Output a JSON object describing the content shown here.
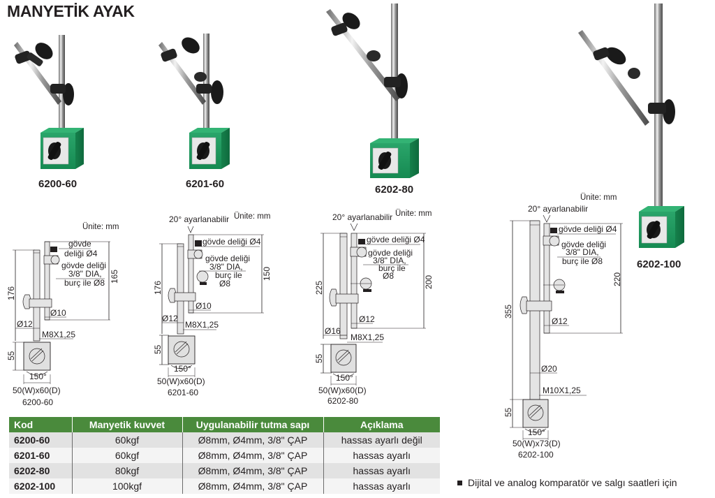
{
  "page": {
    "title": "MANYETİK AYAK",
    "unit_label": "Ünite: mm",
    "angle_label": "20° ayarlanabilir"
  },
  "colors": {
    "header_green": "#4a8a3c",
    "base_green": "#1e9a5e",
    "row_dark": "#e2e2e2",
    "row_light": "#f4f4f4"
  },
  "products": [
    {
      "code": "6200-60",
      "drawing": {
        "overall_height": "176",
        "arm_height": "165",
        "base_height": "55",
        "base_size": "50(W)x60(D)",
        "angle": "150°",
        "rod_dia": "Ø12",
        "arm_dia": "Ø10",
        "thread": "M8X1,25",
        "hole1_a": "gövde",
        "hole1_b": "deliği Ø4",
        "hole2_a": "gövde deliği",
        "hole2_b": "3/8\" DIA,",
        "hole2_c": "burç ile Ø8"
      }
    },
    {
      "code": "6201-60",
      "drawing": {
        "overall_height": "176",
        "arm_height": "150",
        "base_height": "55",
        "base_size": "50(W)x60(D)",
        "angle": "150°",
        "rod_dia": "Ø12",
        "arm_dia": "Ø10",
        "thread": "M8X1,25",
        "hole1": "gövde deliği Ø4",
        "hole2_a": "gövde deliği",
        "hole2_b": "3/8\" DIA,",
        "hole2_c": "burç ile",
        "hole2_d": "Ø8"
      }
    },
    {
      "code": "6202-80",
      "drawing": {
        "overall_height": "225",
        "arm_height": "200",
        "base_height": "55",
        "base_size": "50(W)x60(D)",
        "angle": "150°",
        "rod_dia": "Ø16",
        "arm_dia": "Ø12",
        "thread": "M8X1,25",
        "hole1": "gövde deliği Ø4",
        "hole2_a": "gövde deliği",
        "hole2_b": "3/8\" DIA,",
        "hole2_c": "burç ile",
        "hole2_d": "Ø8"
      }
    },
    {
      "code": "6202-100",
      "drawing": {
        "overall_height": "355",
        "arm_height": "220",
        "base_height": "55",
        "base_size": "50(W)x73(D)",
        "angle": "150°",
        "rod_dia": "Ø20",
        "arm_dia": "Ø12",
        "thread": "M10X1,25",
        "hole1": "gövde deliği Ø4",
        "hole2_a": "gövde deliği",
        "hole2_b": "3/8\" DIA,",
        "hole2_c": "burç ile Ø8"
      }
    }
  ],
  "table": {
    "headers": [
      "Kod",
      "Manyetik kuvvet",
      "Uygulanabilir tutma sapı",
      "Açıklama"
    ],
    "rows": [
      [
        "6200-60",
        "60kgf",
        "Ø8mm, Ø4mm, 3/8\" ÇAP",
        "hassas ayarlı değil"
      ],
      [
        "6201-60",
        "60kgf",
        "Ø8mm, Ø4mm, 3/8\" ÇAP",
        "hassas ayarlı"
      ],
      [
        "6202-80",
        "80kgf",
        "Ø8mm, Ø4mm, 3/8\" ÇAP",
        "hassas ayarlı"
      ],
      [
        "6202-100",
        "100kgf",
        "Ø8mm, Ø4mm, 3/8\" ÇAP",
        "hassas ayarlı"
      ]
    ]
  },
  "note": {
    "icon": "square-bullet-icon",
    "text": "Dijital ve analog komparatör ve salgı saatleri için"
  }
}
